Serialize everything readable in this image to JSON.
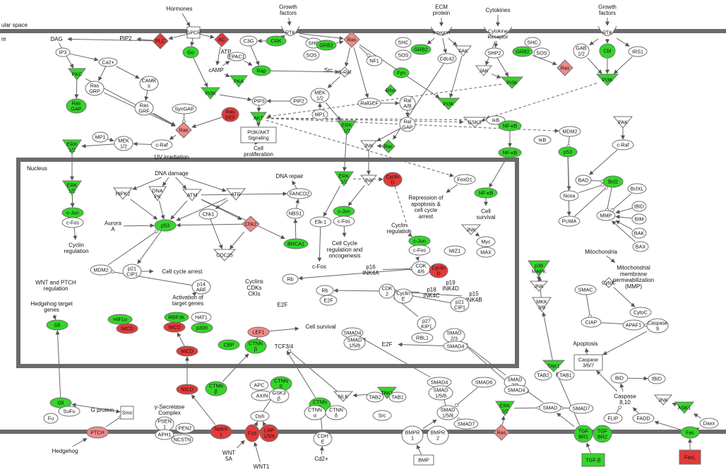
{
  "colors": {
    "up": "#34d629",
    "up_dark": "#19a813",
    "down": "#e23a3a",
    "down_light": "#f08b8b",
    "neutral": "#ffffff",
    "stroke": "#707070",
    "membrane": "#6b6b6b"
  },
  "compartments": {
    "extracellular": "ular space",
    "cytoplasm": "m",
    "nucleus": "Nucleus"
  },
  "nodes": {
    "hormones": "Hormones",
    "growth_factors_1": "Growth\nfactors",
    "ecm_protein": "ECM\nprotein",
    "cytokines": "Cytokines",
    "growth_factors_2": "Growth\nfactors",
    "gpcr": "GPCR",
    "rtk_1": "RTK",
    "integrin": "Integrin",
    "cytokine_receptor": "Cytokine\nReceptor",
    "rtk_2": "RTK",
    "dag": "DAG",
    "pip2_1": "PIP2",
    "plc": "PLC",
    "ac": "AC",
    "crk": "CRK",
    "c3g": "C3G",
    "ras_1": "Ras",
    "shc_1": "SHC",
    "grb2_1": "GRB2",
    "sos_1": "SOS",
    "shc_2": "SHC",
    "grb2_2": "GRB2",
    "sos_2": "SOS",
    "cdc42": "Cdc42",
    "fak": "FAK",
    "shc_3": "SHC",
    "grb2_3": "GRB2",
    "sos_3": "SOS",
    "ras_2": "Ras",
    "shp2": "SHP2",
    "jak": "JAK",
    "gab": "GAB\n1/2",
    "cbl": "Cbl",
    "irs1": "IRS1",
    "ip3": "IP3",
    "ca2": "Ca2+",
    "go": "Go",
    "atp": "ATP",
    "epac1": "EPAC1",
    "camp": "cAMP",
    "rap": "Rap",
    "src_1": "Src",
    "braf": "B-Raf",
    "nf1": "NF1",
    "fyn": "Fyn",
    "pkc": "PKC",
    "ras_grp": "Ras\nGRP",
    "camk": "CAMK\nII",
    "pka": "PKA",
    "pi3k_1": "PI3K",
    "rho": "Rho",
    "pi3k_2": "PI3K",
    "pi3k_3": "PI3K",
    "rasgap": "Ras\nGAP",
    "ras_grf": "Ras\nGRF",
    "syngap": "SynGAP",
    "pip3": "PIP3",
    "pip2_2": "PIP2",
    "mek_1": "MEK\n1/2",
    "ralgef": "RalGEF",
    "ral": "Ral\nA/B",
    "pi3k_4": "PI3K",
    "ras_3": "Ras",
    "rasgef": "Ras\nGEF",
    "akt": "AKT",
    "mp1_1": "MP1",
    "erk_1": "ERK\n1/2",
    "ralgap": "Ral\nGAP",
    "gsk3": "GSK3",
    "ikb_1": "IκB",
    "nfkb_1": "NF-κB",
    "ikb_2": "IκB",
    "mdm2_1": "MDM2",
    "pak": "PAK",
    "mp1_2": "MP1",
    "mek_2": "MEK\n1/2",
    "craf_1": "c-Raf",
    "pi3kakt_sig": "PI3K/AKT\nSignaling",
    "cell_prolif": "Cell\nproliferation",
    "jnk_1": "JNK",
    "rac": "Rac",
    "nfkb_2": "NF-κB",
    "p53_1": "p53",
    "craf_2": "c-Raf",
    "erk_2": "ERK\n1/2",
    "uv": "UV irradiation",
    "dna_damage": "DNA damage",
    "dna_repair": "DNA repair",
    "erk_3": "ERK\n1/2",
    "jnk_2": "JNK",
    "cyclin_d_1": "Cyclin\nD",
    "foxo1": "FoxO1",
    "bad": "BAD",
    "bcl2": "Bcl2",
    "bclxl": "BclXL",
    "erk_4": "ERK\n1/2",
    "hipk2": "HIPK2",
    "dnapk": "DNA\nPK",
    "atm": "ATM",
    "atr": "ATR",
    "fancd2": "FANCD2",
    "nbs1": "NBS1",
    "nfkb_3": "NF-κB",
    "noxa": "Noxa",
    "ibid": "tBID",
    "bim": "BIM",
    "cjun_1": "c-Jun",
    "cfos_1": "c-Fos",
    "p53_2": "p53",
    "chk1": "Chk1",
    "chk2": "Chk2",
    "brca1": "BRCA1",
    "elk1": "Elk-1",
    "cjun_2": "c-Jun",
    "cfos_2": "c-Fos",
    "repression": "Repression of\napoptosis &\ncell cycle\narrest",
    "cell_survival_1": "Cell\nsurvival",
    "puma": "PUMA",
    "mmp": "MMP",
    "bak": "BAK",
    "aurora": "Aurora\nA",
    "cdc25": "CDC25",
    "cell_cycle_reg": "Cell Cycle\nregulation and\noncogenesis",
    "cyclin_reg": "Cyclin\nregulation",
    "jnk_3": "JNK",
    "cjun_3": "c-Jun",
    "cfos_3": "c-Fos",
    "miz1": "MIZ1",
    "myc": "Myc",
    "max": "MAX",
    "mitochondria": "Mitochondria",
    "bax": "BAX",
    "cyclin_reg_2": "Cyclin\nregulation",
    "mdm2_2": "MDM2",
    "p21_1": "p21\nCIP1",
    "cell_cycle_arrest": "Cell cycle arrest",
    "cfos_4": "c-Fos",
    "p16": "p16\nINK4A",
    "cdk46": "CDK\n4/6",
    "cyclin_d_2": "Cyclin\nD",
    "p19": "p19\nINK4D",
    "p38": "p38\nMAPK",
    "mmp_label": "Mitochondrial\nmembrane\npermeabilization\n(MMP)",
    "wnt_ptch": "WNT and PTCH\nregulation",
    "p14": "p14\nARF",
    "cyclins_cdks": "Cyclins\nCDKs\nCKIs",
    "rb_1": "Rb",
    "rb_2": "Rb",
    "e2f_1": "E2F",
    "cdk2": "CDK\n2",
    "cyclin_e": "Cyclin\nE",
    "p18": "p18\nINK4C",
    "p15": "p15\nINK4B",
    "jnk_4": "JNK",
    "cytoc_1": "CytoC",
    "hedgehog_targets": "Hedgehog target\ngenes",
    "activation": "Activation of\ntarget genes",
    "e2f_2": "E2F",
    "p21_2": "p21\nCIP1",
    "mkk": "MKK\n3/6",
    "smac": "SMAC",
    "gli_1": "Gli",
    "hif1a": "HIF1α",
    "nicd_1": "NICD",
    "rbpjk": "RBPJK",
    "hat1": "HAT1",
    "nicd_2": "NICD",
    "p300": "p300",
    "lef1": "LEF1",
    "cell_survival_2": "Cell survival",
    "smad4_1": "SMAD4",
    "smad15_1": "SMAD\n1/5/8",
    "p27": "p27\nKIP1",
    "ciap": "CIAP",
    "cytoc_2": "CytoC",
    "apaf1": "APAF1",
    "casp9": "Caspase\n9",
    "cbp": "CBP",
    "ctnnb_1": "CTNN\nβ",
    "tcf34": "TCF3/4",
    "e2f_3": "E2F",
    "rbl1": "RBL1",
    "smad23_1": "SMAD\n2/3",
    "smad4_2": "SMAD4",
    "apoptosis": "Apoptosis",
    "nicd_3": "NICD",
    "tak1_1": "TAK1",
    "tab2_1": "TAB2",
    "tab1_1": "TAB1",
    "casp37": "Caspase\n3/6/7",
    "bid": "BID",
    "tbid_2": "tBID",
    "gli_2": "Gli",
    "sufu": "SuFu",
    "fu": "Fu",
    "gprotein": "G protein",
    "smo": "Smo",
    "psen1": "PSEN\n1",
    "pen2": "PEN2",
    "aph1": "APH1",
    "ncstn": "NCSTN",
    "gsec": "γ-Secretase\nComplex",
    "nicd_4": "NICD",
    "ctnnb_2": "CTNN\nβ",
    "apc": "APC",
    "ctnnb_3": "CTNN\nβ",
    "axin": "AXIN",
    "gsk3b": "GSK3\nβ",
    "dsh": "Dsh",
    "nlk": "NLK",
    "tak1_2": "TAK1",
    "tab2_2": "TAB2",
    "tab1_2": "TAB1",
    "smad4_3": "SMAD4",
    "smad15_2": "SMAD\n1/5/8",
    "smad6": "SMAD6",
    "smad23_2": "SMAD\n2/3",
    "smad4_4": "SMAD4",
    "smad": "SMAD",
    "smad7_1": "SMAD7",
    "caspase810": "Caspase\n8,10",
    "jnk_5": "JNK",
    "ask1": "ASK1",
    "daxx": "Daxx",
    "ctnnb_4": "CTNN\nβ",
    "ctnna": "CTNN\nα",
    "ctnnd": "CTNN\nδ",
    "src_2": "Src",
    "smad15_3": "SMAD\n1/5/8",
    "smad7_2": "SMAD7",
    "erk_5": "ERK\n1/2",
    "flip": "FLIP",
    "fadd": "FADD",
    "notch1": "Notch\n1",
    "fzd": "Fzd",
    "lrp": "LRP\n1/5/6",
    "cdh": "CDH\nE",
    "bmpr1": "BMPR\n1",
    "bmpr2": "BMPR\n2",
    "ras_4": "Ras",
    "tgfbr1": "TGF\nBR1",
    "tgfbr2": "TGF\nBR2",
    "fas": "Fas",
    "ptch": "PTCH",
    "hedgehog": "Hedgehog",
    "wnt5a": "WNT\n5A",
    "wnt1": "WNT1",
    "cd2": "Cd2+",
    "bmp": "BMP",
    "tgfb": "TGF-β",
    "fasl": "FasL"
  }
}
